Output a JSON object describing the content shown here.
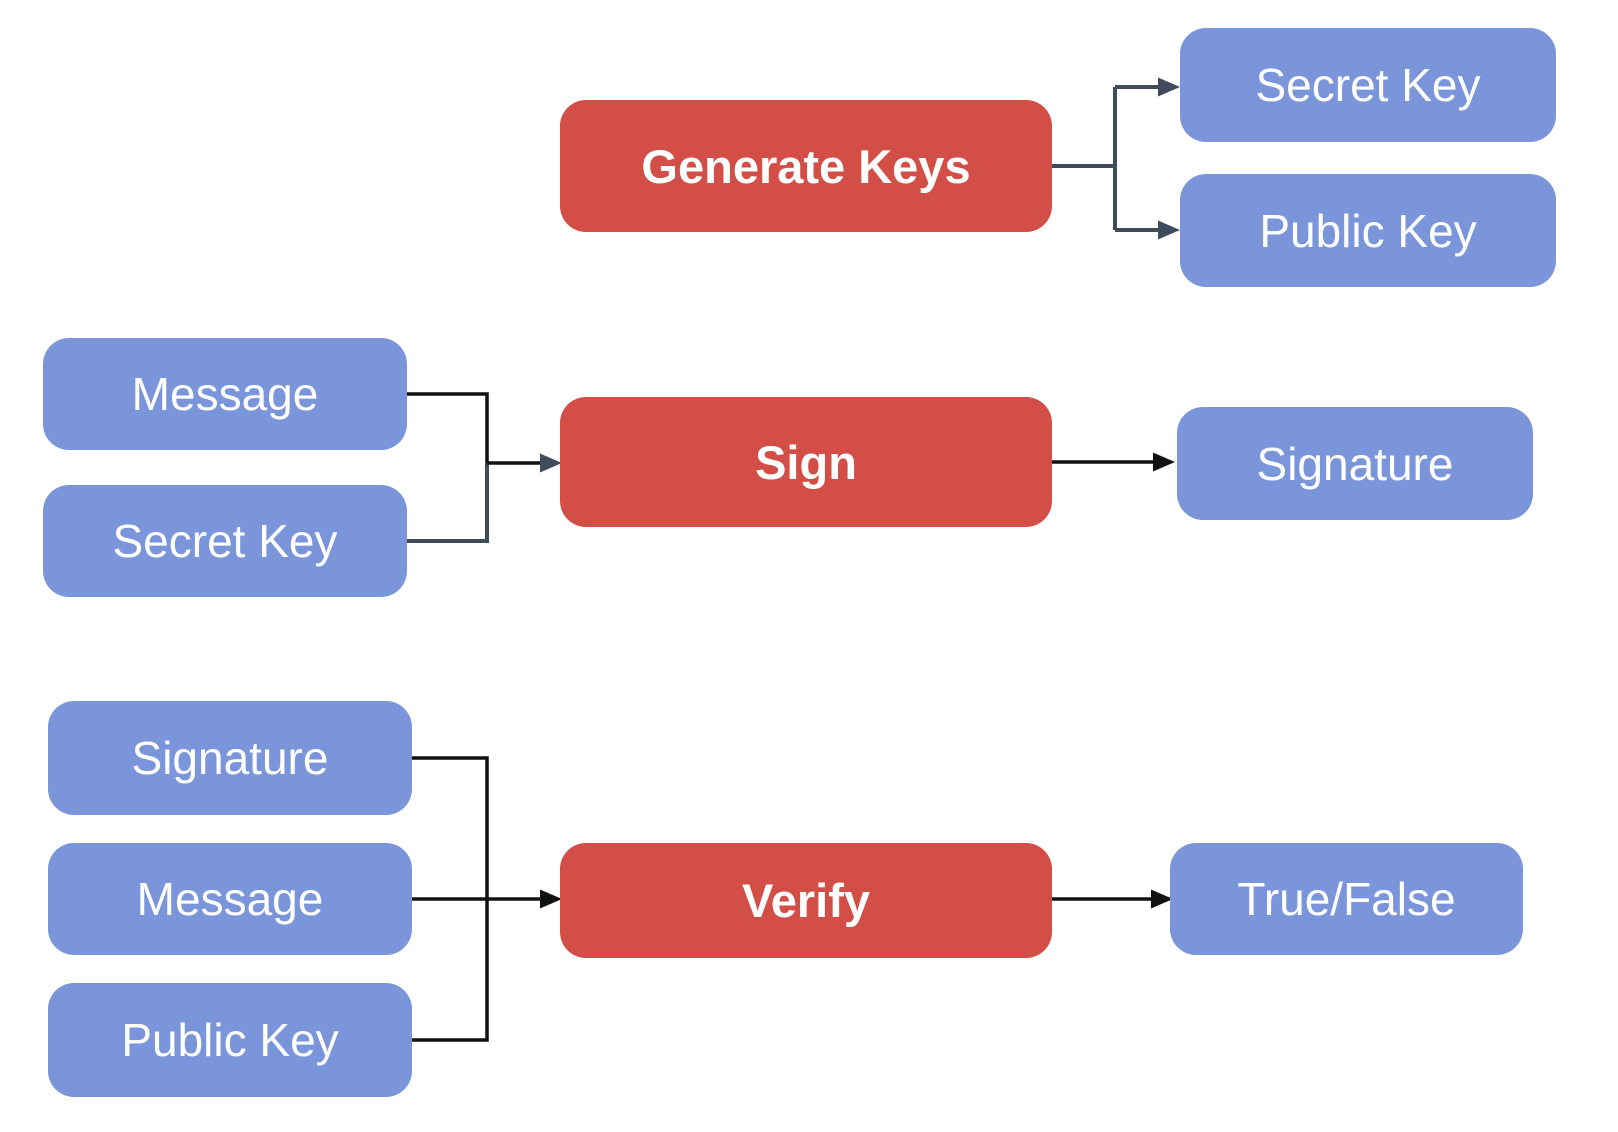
{
  "colors": {
    "process_fill": "#D24E46",
    "data_fill": "#7A95DA",
    "connector_dark": "#404C5C",
    "connector_black": "#111111",
    "label_text": "#FFFFFF",
    "background": "#FFFFFF"
  },
  "nodes": {
    "generate_keys": "Generate Keys",
    "secret_key_out": "Secret Key",
    "public_key_out": "Public Key",
    "message_sign_in": "Message",
    "secret_key_sign_in": "Secret Key",
    "sign": "Sign",
    "signature_out": "Signature",
    "signature_verify_in": "Signature",
    "message_verify_in": "Message",
    "public_key_verify_in": "Public Key",
    "verify": "Verify",
    "true_false_out": "True/False"
  },
  "flows": [
    {
      "process": "Generate Keys",
      "inputs": [],
      "outputs": [
        "Secret Key",
        "Public Key"
      ]
    },
    {
      "process": "Sign",
      "inputs": [
        "Message",
        "Secret Key"
      ],
      "outputs": [
        "Signature"
      ]
    },
    {
      "process": "Verify",
      "inputs": [
        "Signature",
        "Message",
        "Public Key"
      ],
      "outputs": [
        "True/False"
      ]
    }
  ]
}
